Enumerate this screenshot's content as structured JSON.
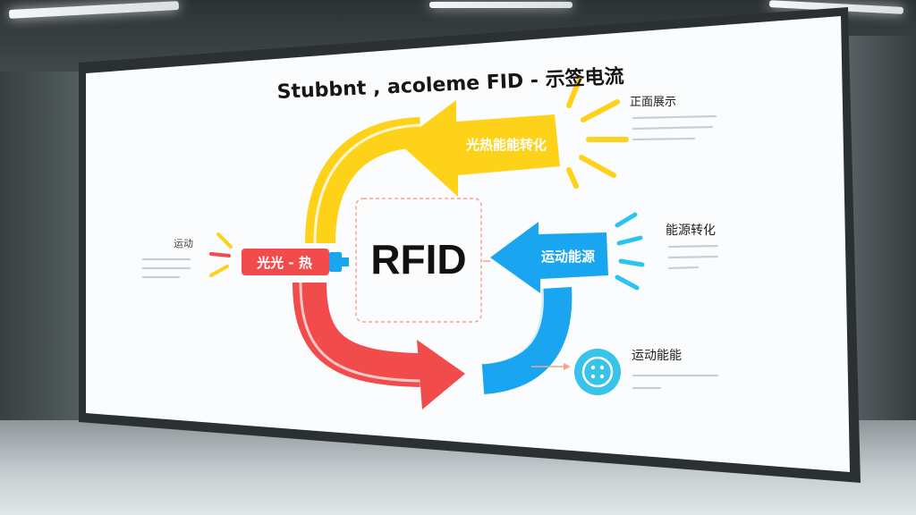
{
  "title": "Stubbnt , acoleme FID - 示签电流",
  "center": {
    "label": "RFID"
  },
  "arrows": {
    "top": {
      "label": "光热能能转化",
      "color": "#FFD21A"
    },
    "right": {
      "label": "运动能源",
      "color": "#1AA5F0"
    },
    "left": {
      "label": "光光 - 热",
      "color": "#F24B4B"
    }
  },
  "side_labels": {
    "left": "运动",
    "top_right": "正面展示",
    "mid_right": "能源转化",
    "bottom_right": "运动能能"
  },
  "icon": {
    "name": "button-icon",
    "color": "#38C3E8"
  }
}
